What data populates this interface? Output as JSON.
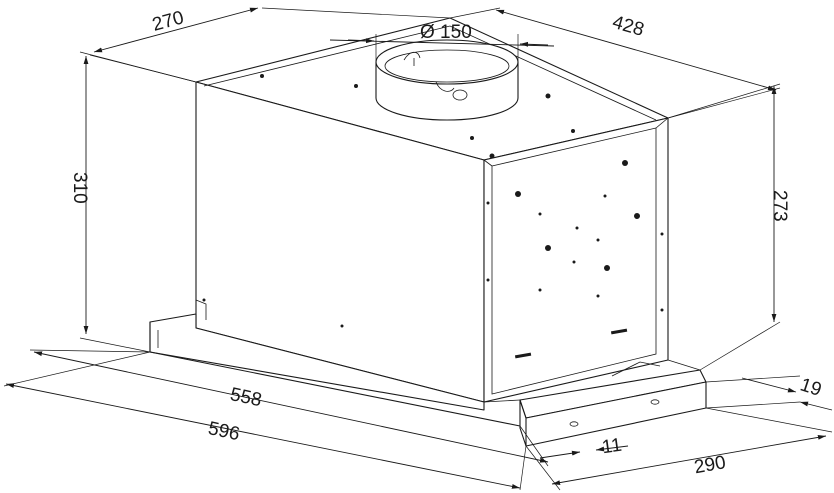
{
  "drawing": {
    "description_labels": {
      "depth_top": "270",
      "width_top": "428",
      "height_left": "310",
      "height_right": "273",
      "duct_diameter": "Ø 150",
      "front_inner_width": "558",
      "front_outer_width": "596",
      "trim_height": "19",
      "panel_depth": "290",
      "gap": "11"
    },
    "colors": {
      "line": "#1a1a1a",
      "background": "#ffffff"
    }
  }
}
